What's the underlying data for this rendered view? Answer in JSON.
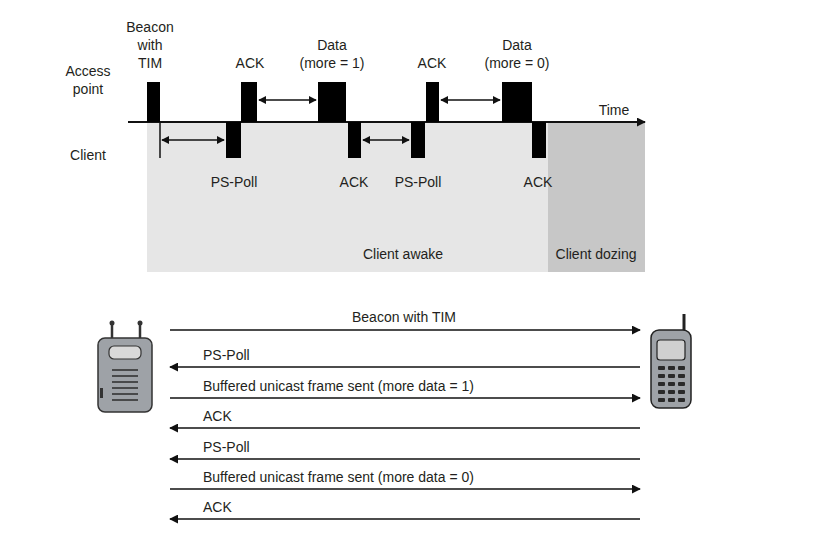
{
  "diagram": {
    "nodes": [
      {
        "text": [
          "Beacon with TIM"
        ]
      },
      {
        "text": [
          "PS-Poll"
        ]
      },
      {
        "text": [
          "ACK"
        ]
      },
      {
        "text": [
          "Data (more = 1)"
        ]
      },
      {
        "text": [
          "ACK"
        ]
      },
      {
        "text": [
          "PS-Poll"
        ]
      },
      {
        "text": [
          "ACK"
        ]
      },
      {
        "text": [
          "Data (more = 0)"
        ]
      },
      {
        "text": [
          "ACK"
        ]
      },
      {
        "text": [
          "Client awake"
        ]
      },
      {
        "text": [
          "Client dozing"
        ]
      }
    ],
    "edges": [
      {
        "from": 0,
        "to": 1,
        "arrow": "both"
      },
      {
        "from": 2,
        "to": 3,
        "arrow": "both"
      },
      {
        "from": 4,
        "to": 5,
        "arrow": "both"
      },
      {
        "from": 6,
        "to": 7,
        "arrow": "both"
      }
    ],
    "labels": [
      "Access point",
      "Time",
      "Client",
      "Beacon with TIM",
      "PS-Poll",
      "Buffered unicast frame sent (more data = 1)",
      "ACK",
      "PS-Poll",
      "Buffered unicast frame sent (more data = 0)",
      "ACK"
    ]
  }
}
